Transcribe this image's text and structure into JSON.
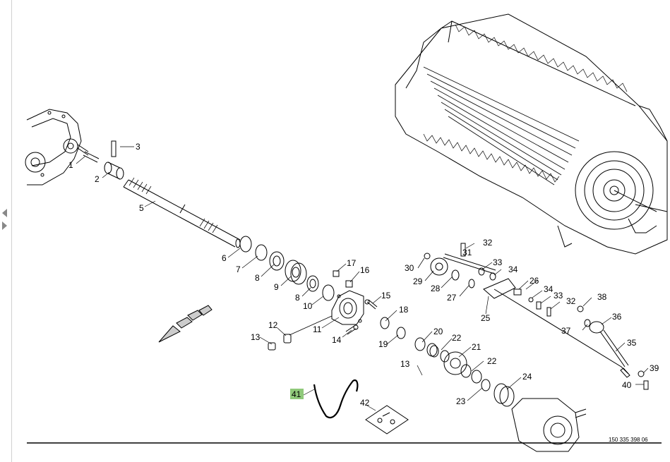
{
  "labels": [
    "1",
    "2",
    "3",
    "5",
    "6",
    "7",
    "8",
    "9",
    "8",
    "10",
    "11",
    "12",
    "13",
    "14",
    "15",
    "16",
    "17",
    "18",
    "19",
    "20",
    "21",
    "22",
    "22",
    "23",
    "24",
    "25",
    "26",
    "27",
    "28",
    "29",
    "30",
    "31",
    "32",
    "33",
    "34",
    "34",
    "33",
    "32",
    "35",
    "36",
    "37",
    "38",
    "39",
    "40",
    "13",
    "41",
    "42"
  ],
  "highlighted_label": "41",
  "reference_number": "150 335 398 06",
  "colors": {
    "highlight": "#8fc97a",
    "line": "#000000"
  }
}
